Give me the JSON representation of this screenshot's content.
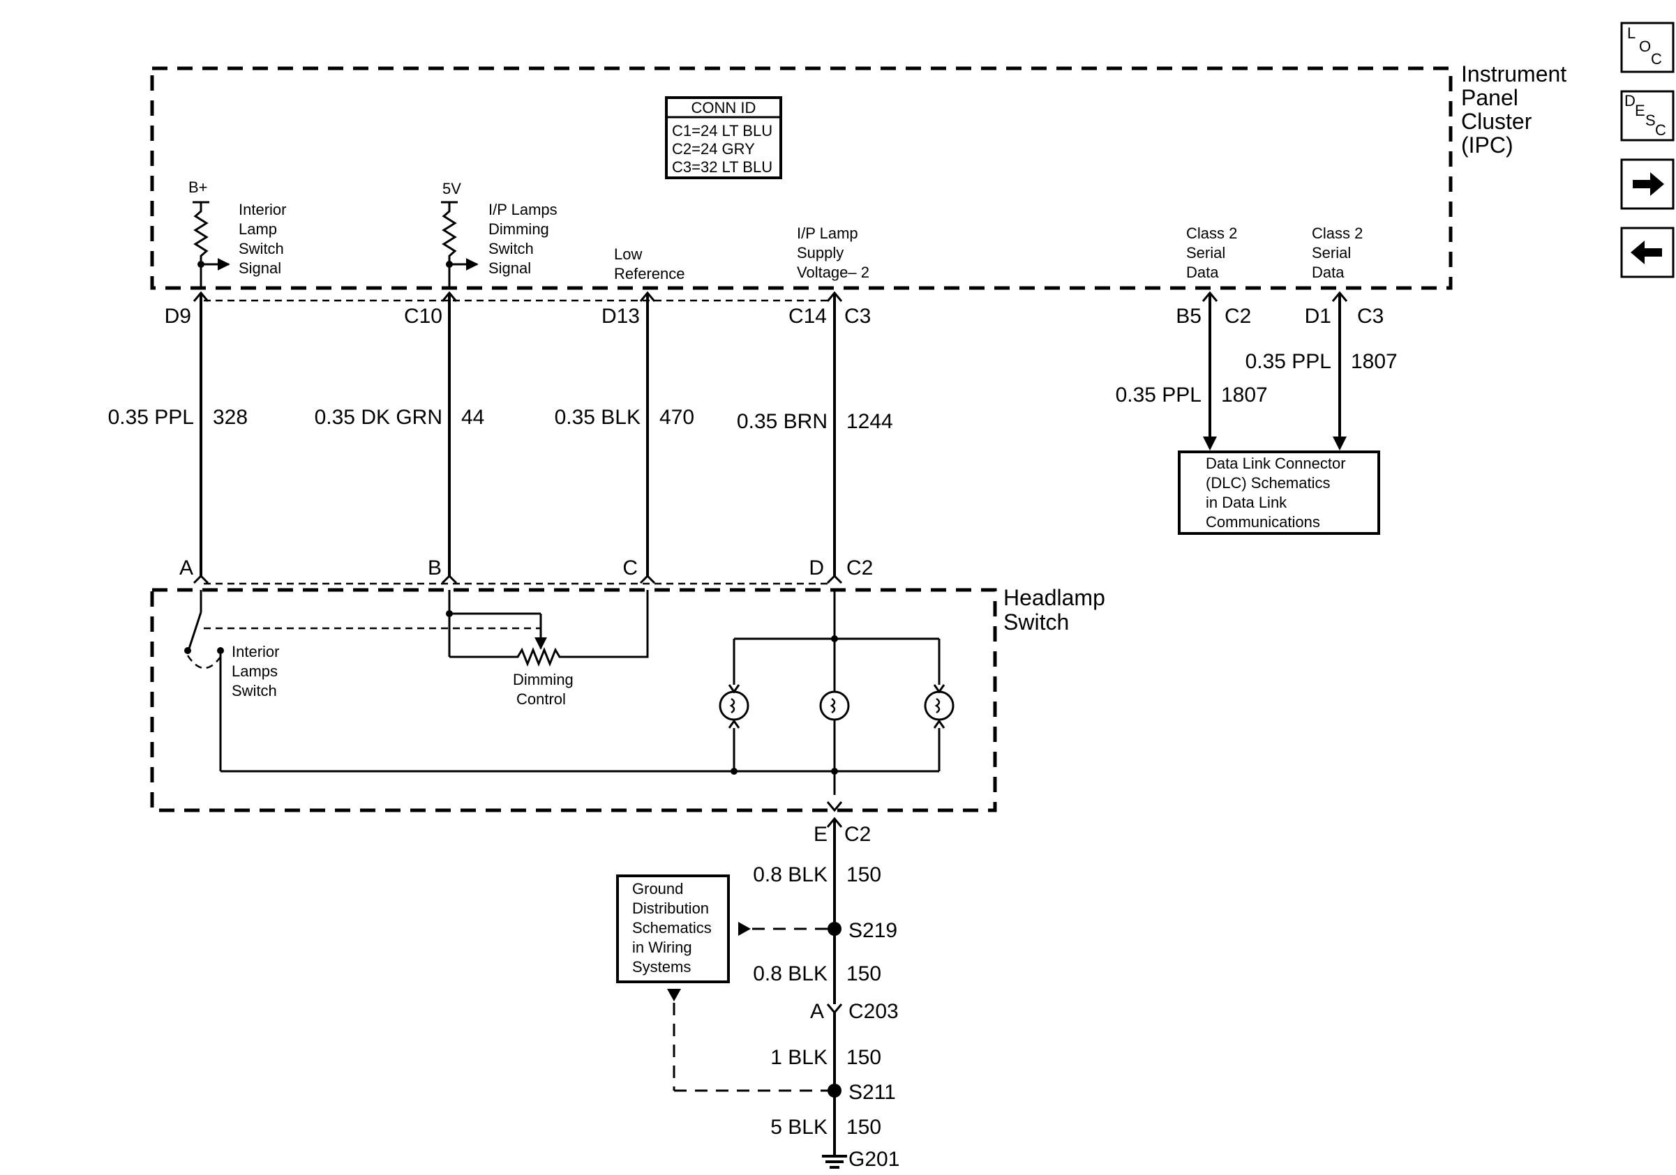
{
  "ipc": {
    "title_lines": [
      "Instrument",
      "Panel",
      "Cluster",
      "(IPC)"
    ],
    "conn_id": {
      "header": "CONN ID",
      "rows": [
        "C1=24 LT BLU",
        "C2=24 GRY",
        "C3=32 LT BLU"
      ]
    },
    "circuits": [
      {
        "supply": "B+",
        "label": [
          "Interior",
          "Lamp",
          "Switch",
          "Signal"
        ],
        "pin": "D9",
        "wire": "0.35 PPL",
        "circuit": "328",
        "hs_pin": "A"
      },
      {
        "supply": "5V",
        "label": [
          "I/P Lamps",
          "Dimming",
          "Switch",
          "Signal"
        ],
        "pin": "C10",
        "wire": "0.35 DK GRN",
        "circuit": "44",
        "hs_pin": "B"
      },
      {
        "label": [
          "Low",
          "Reference"
        ],
        "pin": "D13",
        "wire": "0.35 BLK",
        "circuit": "470",
        "hs_pin": "C"
      },
      {
        "label": [
          "I/P Lamp",
          "Supply",
          "Voltage– 2"
        ],
        "pin": "C14",
        "pin_conn": "C3",
        "wire": "0.35 BRN",
        "circuit": "1244",
        "hs_pin": "D",
        "hs_conn": "C2"
      },
      {
        "label": [
          "Class 2",
          "Serial",
          "Data"
        ],
        "pin": "B5",
        "pin_conn": "C2",
        "wire": "0.35 PPL",
        "circuit": "1807"
      },
      {
        "label": [
          "Class 2",
          "Serial",
          "Data"
        ],
        "pin": "D1",
        "pin_conn": "C3",
        "wire": "0.35 PPL",
        "circuit": "1807"
      }
    ]
  },
  "dlc": {
    "lines": [
      "Data Link Connector",
      "(DLC) Schematics",
      "in Data Link",
      "Communications"
    ]
  },
  "headlamp": {
    "title_lines": [
      "Headlamp",
      "Switch"
    ],
    "interior_switch": [
      "Interior",
      "Lamps",
      "Switch"
    ],
    "dimming": [
      "Dimming",
      "Control"
    ]
  },
  "ground": {
    "out_pin": "E",
    "out_conn": "C2",
    "seg1": {
      "wire": "0.8 BLK",
      "circuit": "150"
    },
    "splice1": "S219",
    "seg2": {
      "wire": "0.8 BLK",
      "circuit": "150"
    },
    "c203_pin": "A",
    "c203": "C203",
    "seg3": {
      "wire": "1 BLK",
      "circuit": "150"
    },
    "splice2": "S211",
    "seg4": {
      "wire": "5 BLK",
      "circuit": "150"
    },
    "ground_point": "G201",
    "ref_box": [
      "Ground",
      "Distribution",
      "Schematics",
      "in Wiring",
      "Systems"
    ]
  },
  "nav": {
    "loc_letters": [
      "L",
      "O",
      "C"
    ],
    "desc_letters": [
      "D",
      "E",
      "S",
      "C"
    ],
    "next_icon": "arrow-right-icon",
    "prev_icon": "arrow-left-icon"
  }
}
